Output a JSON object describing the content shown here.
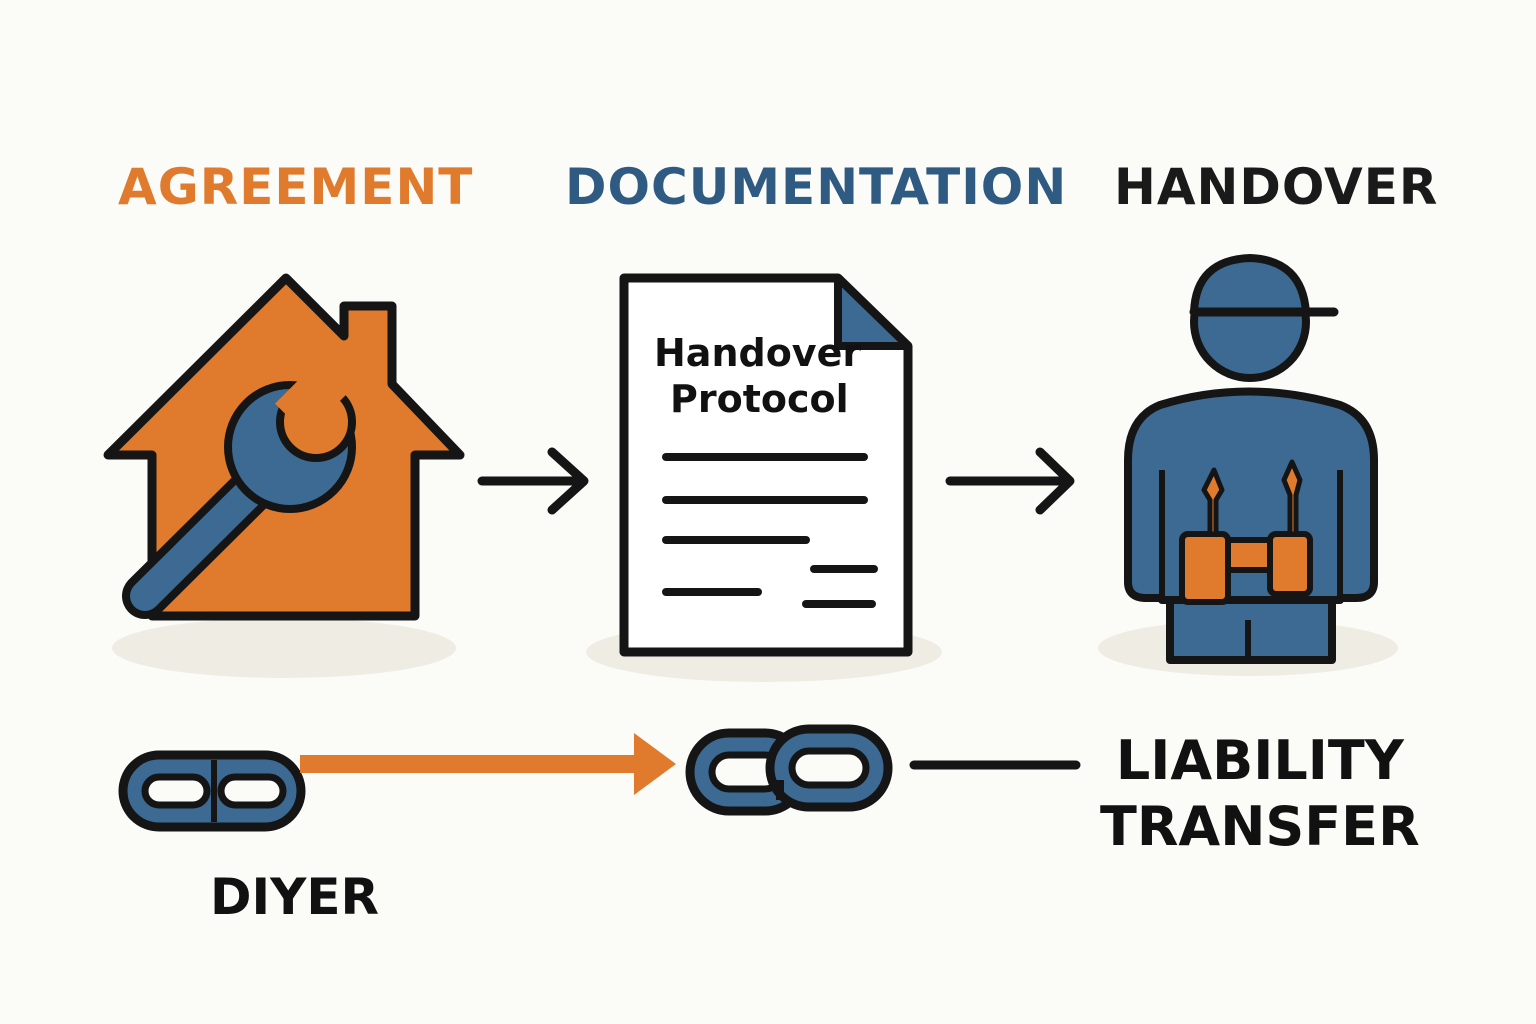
{
  "steps": {
    "agreement": "AGREEMENT",
    "documentation": "DOCUMENTATION",
    "handover": "HANDOVER"
  },
  "document": {
    "title_line1": "Handover",
    "title_line2": "Protocol"
  },
  "labels": {
    "diyer": "DIYER",
    "liability_line1": "LIABILITY",
    "liability_line2": "TRANSFER"
  },
  "icons": {
    "house": "house-wrench-icon",
    "document": "document-icon",
    "worker": "worker-icon",
    "chain_broken": "broken-chain-icon",
    "chain_linked": "linked-chain-icon"
  },
  "colors": {
    "orange": "#e07a2c",
    "blue": "#3c6a92",
    "dark": "#151515",
    "background": "#fbfbf8"
  }
}
